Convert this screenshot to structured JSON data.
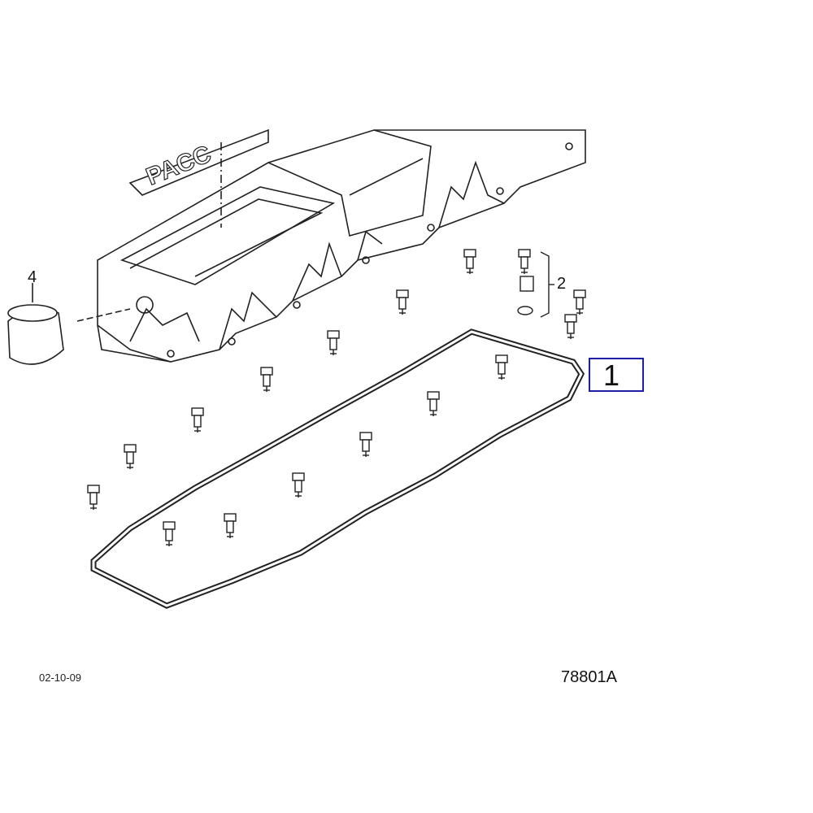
{
  "diagram": {
    "logo_text": "PACC",
    "callouts": {
      "gasket": "1",
      "bolt_set": "2",
      "cap": "4"
    },
    "date": "02-10-09",
    "reference": "78801A",
    "highlight_color": "#1a1acc"
  }
}
